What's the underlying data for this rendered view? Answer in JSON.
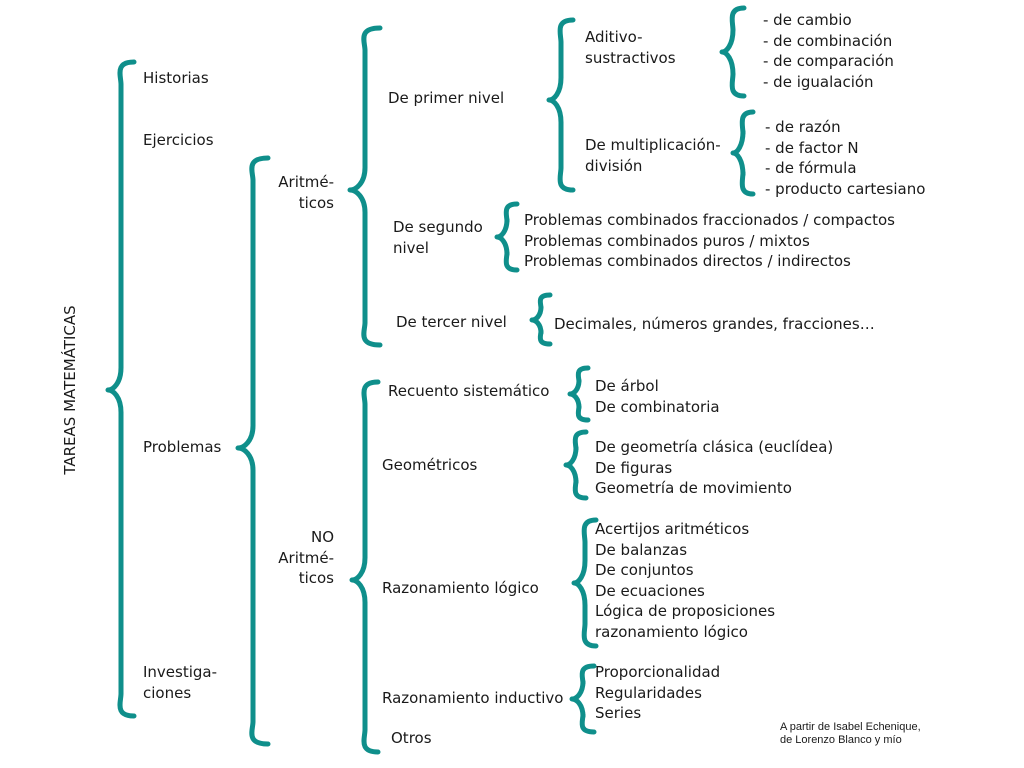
{
  "root_label": "TAREAS MATEMÁTICAS",
  "level1": {
    "historias": "Historias",
    "ejercicios": "Ejercicios",
    "problemas": "Problemas",
    "investigaciones": [
      "Investiga-",
      "ciones"
    ]
  },
  "problemas": {
    "aritmeticos": [
      "Aritmé-",
      "ticos"
    ],
    "no_aritmeticos": [
      "NO",
      "Aritmé-",
      "ticos"
    ]
  },
  "aritmeticos": {
    "primer_nivel": "De primer nivel",
    "segundo_nivel": [
      "De segundo",
      "nivel"
    ],
    "tercer_nivel": "De tercer  nivel"
  },
  "primer_nivel": {
    "aditivo": [
      "Aditivo-",
      "sustractivos"
    ],
    "multiplicacion": [
      "De multiplicación-",
      "división"
    ]
  },
  "aditivo_items": [
    "- de cambio",
    "- de combinación",
    "- de comparación",
    "- de igualación"
  ],
  "multiplicacion_items": [
    "- de razón",
    "- de factor N",
    "- de fórmula",
    "-   producto cartesiano"
  ],
  "segundo_nivel_items": [
    "Problemas combinados fraccionados / compactos",
    "Problemas combinados puros / mixtos",
    "Problemas combinados directos / indirectos"
  ],
  "tercer_nivel_items": [
    "Decimales, números grandes, fracciones…"
  ],
  "no_aritmeticos": {
    "recuento": "Recuento sistemático",
    "geometricos": "Geométricos",
    "razonamiento_logico": "Razonamiento lógico",
    "razonamiento_inductivo": "Razonamiento inductivo",
    "otros": "Otros"
  },
  "recuento_items": [
    "De árbol",
    "De combinatoria"
  ],
  "geometricos_items": [
    "De geometría clásica (euclídea)",
    "De figuras",
    "Geometría de movimiento"
  ],
  "logico_items": [
    "Acertijos aritméticos",
    "De balanzas",
    "De conjuntos",
    "De ecuaciones",
    "Lógica de proposiciones",
    "razonamiento lógico"
  ],
  "inductivo_items": [
    "Proporcionalidad",
    "Regularidades",
    "Series"
  ],
  "credit": [
    "A partir de  Isabel Echenique,",
    "de Lorenzo Blanco y mío"
  ],
  "colors": {
    "brace": "#0f8f8b",
    "text": "#1a1a1a",
    "background": "#ffffff"
  }
}
